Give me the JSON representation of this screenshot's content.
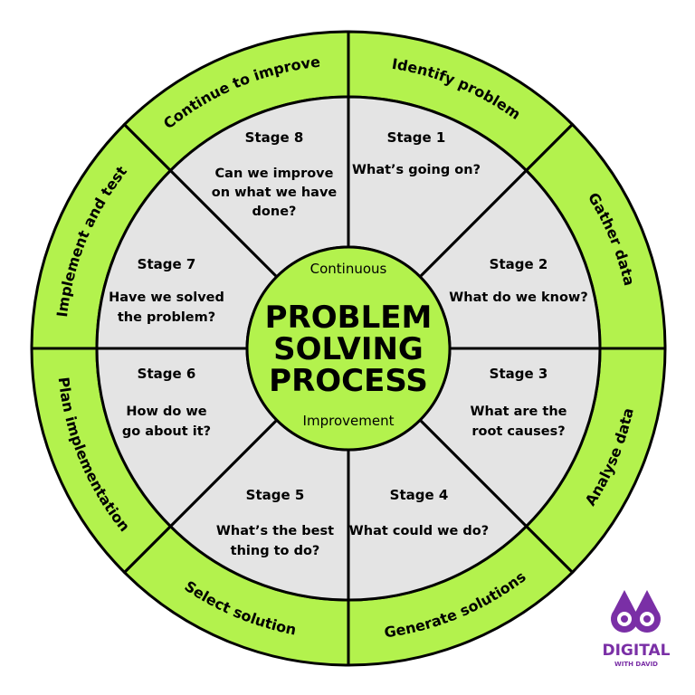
{
  "diagram": {
    "center": {
      "top_label": "Continuous",
      "title_lines": [
        "PROBLEM",
        "SOLVING",
        "PROCESS"
      ],
      "bottom_label": "Improvement"
    },
    "stages": [
      {
        "ring_label": "Identify problem",
        "stage": "Stage 1",
        "question": [
          "What’s going on?"
        ]
      },
      {
        "ring_label": "Gather data",
        "stage": "Stage 2",
        "question": [
          "What do we know?"
        ]
      },
      {
        "ring_label": "Analyse data",
        "stage": "Stage 3",
        "question": [
          "What are the",
          "root causes?"
        ]
      },
      {
        "ring_label": "Generate solutions",
        "stage": "Stage 4",
        "question": [
          "What could we do?"
        ]
      },
      {
        "ring_label": "Select solution",
        "stage": "Stage 5",
        "question": [
          "What’s the best",
          "thing to do?"
        ]
      },
      {
        "ring_label": "Plan implementation",
        "stage": "Stage 6",
        "question": [
          "How do we",
          "go about it?"
        ]
      },
      {
        "ring_label": "Implement and test",
        "stage": "Stage 7",
        "question": [
          "Have we solved",
          "the problem?"
        ]
      },
      {
        "ring_label": "Continue to improve",
        "stage": "Stage 8",
        "question": [
          "Can we improve",
          "on what we have",
          "done?"
        ]
      }
    ]
  },
  "logo": {
    "line1": "DIGITAL",
    "line2": "WITH DAVID"
  },
  "colors": {
    "ring": "#b3f24d",
    "segment": "#e4e4e4",
    "stroke": "#000000",
    "logo": "#7a2fa6"
  }
}
